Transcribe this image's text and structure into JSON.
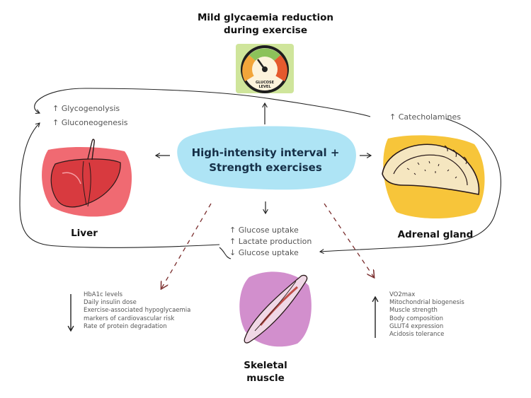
{
  "top_title_line1": "Mild glycaemia reduction",
  "top_title_line2": "during exercise",
  "gauge_label_line1": "GLUCOSE",
  "gauge_label_line2": "LEVEL",
  "center_line1": "High-intensity interval +",
  "center_line2": "Strength exercises",
  "liver_effects": [
    "↑ Glycogenolysis",
    "↑ Gluconeogenesis"
  ],
  "liver_label": "Liver",
  "adrenal_effect": "↑ Catecholamines",
  "adrenal_label": "Adrenal gland",
  "muscle_effects": [
    "↑ Glucose uptake",
    "↑ Lactate production",
    "↓ Glucose uptake"
  ],
  "muscle_label_line1": "Skeletal",
  "muscle_label_line2": "muscle",
  "decreased_list": [
    "HbA1c levels",
    "Daily insulin dose",
    "Exercise-associated hypoglycaemia",
    "markers of cardiovascular risk",
    "Rate of protein degradation"
  ],
  "increased_list": [
    "VO2max",
    "Mitochondrial biogenesis",
    "Muscle strength",
    "Body composition",
    "GLUT4 expression",
    "Acidosis tolerance"
  ],
  "colors": {
    "center_blob": "#aee4f5",
    "liver_bg": "#f06a72",
    "liver": "#d83a3f",
    "adrenal_bg": "#f7c53a",
    "adrenal": "#f5e6c0",
    "muscle_bg": "#d28fcd",
    "gauge_bg": "#cfe59b",
    "dashed_arrow": "#7a2d2d"
  }
}
